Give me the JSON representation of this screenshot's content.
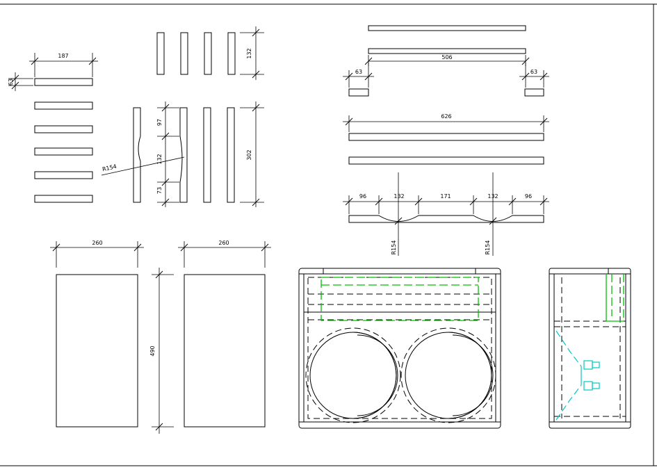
{
  "drawing": {
    "title": "",
    "dimensions": {
      "strip_width": "187",
      "strip_thickness": "63",
      "short_panel_height": "132",
      "tall_panel_height": "302",
      "notch_top": "97",
      "notch_mid": "132",
      "notch_bottom": "73",
      "notch_radius_left": "R154",
      "top_bar_width": "506",
      "top_block_left": "63",
      "top_block_right": "63",
      "long_bar_width": "626",
      "seg1": "96",
      "seg2": "132",
      "seg3": "171",
      "seg4": "132",
      "seg5": "96",
      "radius_bottom_left": "R154",
      "radius_bottom_right": "R154",
      "side_panel_left_width": "260",
      "side_panel_right_width": "260",
      "side_panel_height": "490"
    },
    "colors": {
      "line": "#000000",
      "port_outline": "#00c000",
      "horn_outline": "#00c8c8"
    }
  }
}
